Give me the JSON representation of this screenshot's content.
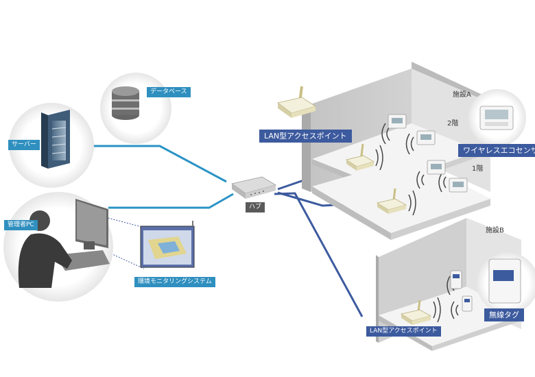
{
  "labels": {
    "database": "データベース",
    "server": "サーバー",
    "admin_pc": "管理者PC",
    "monitoring_system": "環境モニタリングシステム",
    "hub": "ハブ",
    "lan_ap_top": "LAN型アクセスポイント",
    "lan_ap_bottom": "LAN型アクセスポイント",
    "facility_a": "施設A",
    "facility_b": "施設B",
    "floor_2": "2階",
    "floor_1": "1階",
    "wireless_eco_sensor": "ワイヤレスエコセンサー",
    "wireless_tag": "無線タグ"
  },
  "colors": {
    "teal_line": "#2a93c6",
    "navy_line": "#3c5a9e",
    "teal_label": "#2f8fbf",
    "navy_label": "#3c5a9e",
    "room": "#d6d6d6"
  },
  "icons": [
    "database-icon",
    "server-icon",
    "person-at-pc-icon",
    "monitor-screen-icon",
    "hub-icon",
    "access-point-icon",
    "sensor-device-icon",
    "wireless-tag-icon",
    "signal-waves-icon"
  ]
}
